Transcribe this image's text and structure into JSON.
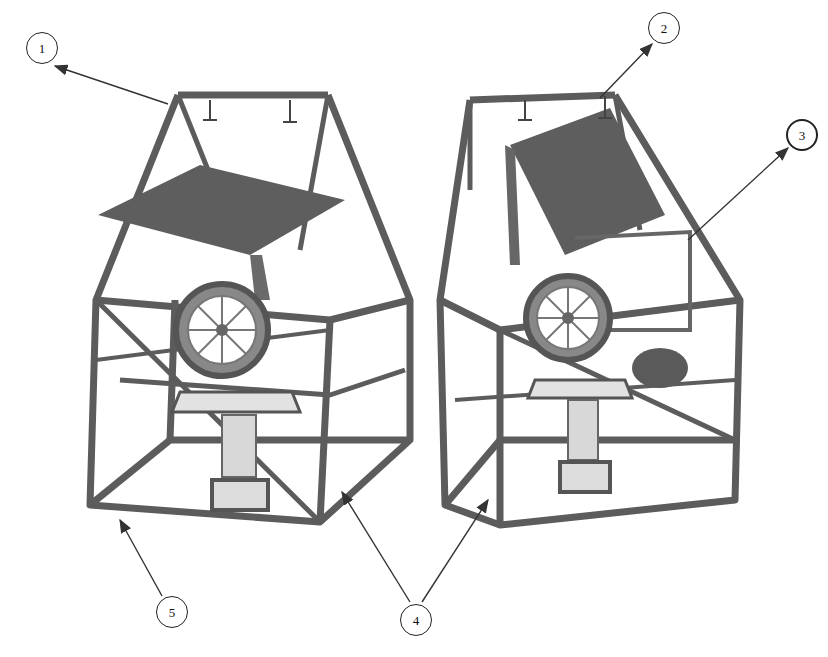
{
  "diagram": {
    "nodes": [
      {
        "text": [
          "1"
        ]
      },
      {
        "text": [
          "2"
        ]
      },
      {
        "text": [
          "3"
        ]
      },
      {
        "text": [
          "5"
        ]
      },
      {
        "text": [
          "4"
        ]
      }
    ]
  }
}
